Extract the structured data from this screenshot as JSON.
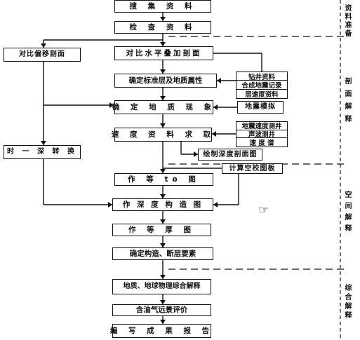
{
  "main_steps": [
    "搜 集 资 料",
    "检 查 资 料",
    "对比水平叠加剖面",
    "确定标准层及地质属性",
    "确 定 地 质 现 象",
    "速 度 资 料 求 取",
    "作 等 to 图",
    "作 深 度 构 造 图",
    "作 等 厚 图",
    "确定构造、断层要素",
    "地质、地球物理综合解释",
    "含油气远景评价",
    "编 写 成 果 报 告"
  ],
  "left_steps": [
    "对比偏移剖面",
    "时 一 深 转 换"
  ],
  "strat_inputs": [
    "钻井资料",
    "合成地震记录",
    "层速度资料"
  ],
  "seismic_model": "地震模拟",
  "velocity_inputs": [
    "地震速度测井",
    "声波测井",
    "速 度 谱"
  ],
  "depth_section": "绘制深度剖面图",
  "calibration": "计算空校图板",
  "phases": [
    "资料准备",
    "剖面解释",
    "空间解释",
    "综合解释"
  ],
  "icons": [
    "pointing-hand-icon"
  ]
}
